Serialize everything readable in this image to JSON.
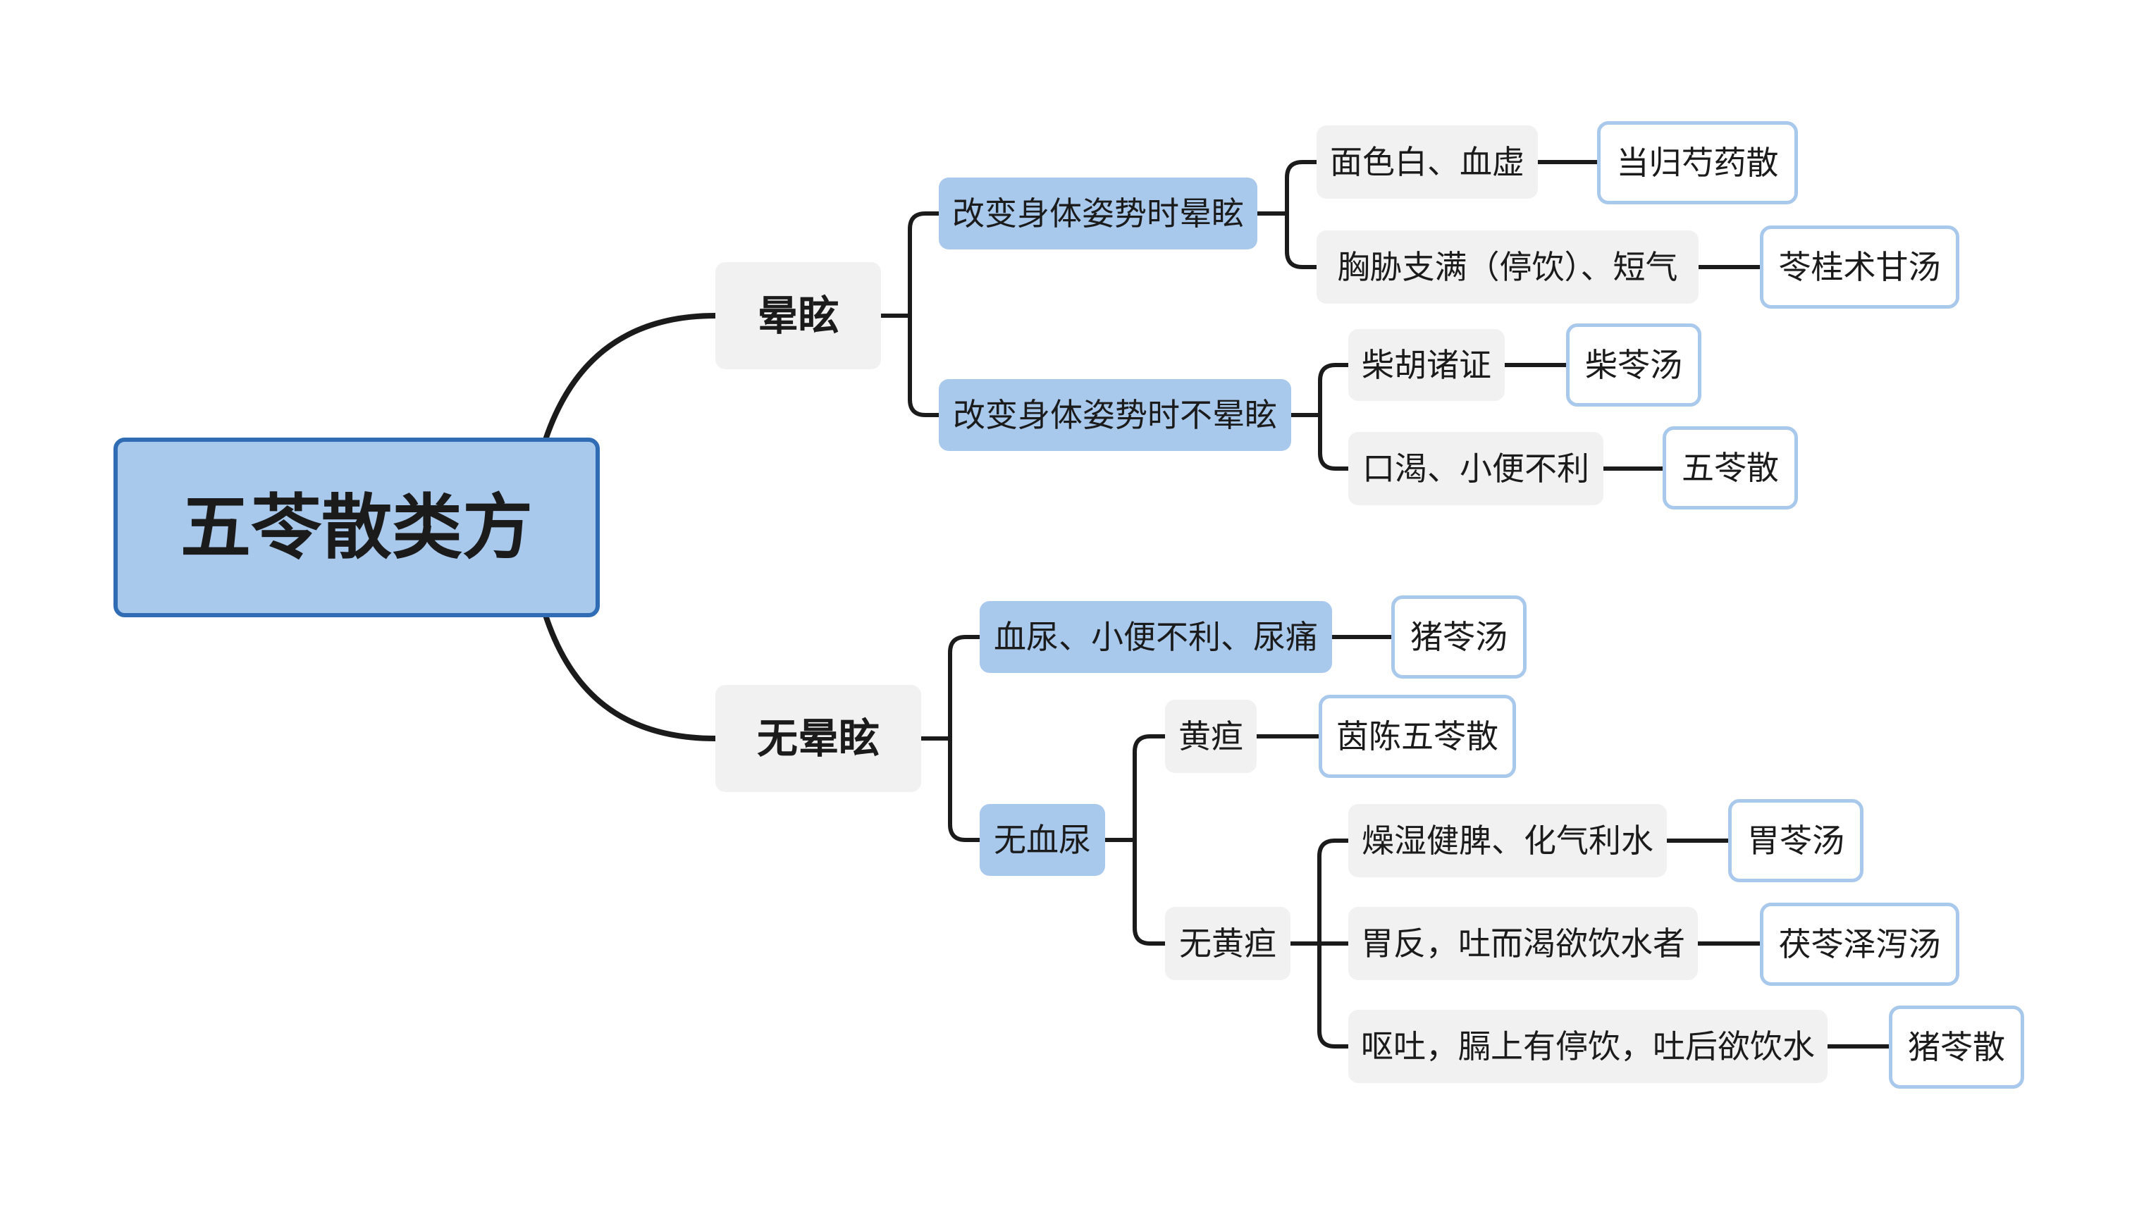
{
  "title": "五苓散类方",
  "colors": {
    "root_fill": "#a8c8ec",
    "root_border": "#2f6cb4",
    "branch_fill": "#a8c8ec",
    "condition_fill": "#f1f1f1",
    "formula_border": "#a8c8ec",
    "line": "#1b1b1b"
  },
  "branches": [
    {
      "label": "晕眩",
      "children": [
        {
          "label": "改变身体姿势时晕眩",
          "children": [
            {
              "condition": "面色白、血虚",
              "formula": "当归芍药散"
            },
            {
              "condition": "胸胁支满（停饮）、短气",
              "formula": "苓桂术甘汤"
            }
          ]
        },
        {
          "label": "改变身体姿势时不晕眩",
          "children": [
            {
              "condition": "柴胡诸证",
              "formula": "柴苓汤"
            },
            {
              "condition": "口渴、小便不利",
              "formula": "五苓散"
            }
          ]
        }
      ]
    },
    {
      "label": "无晕眩",
      "children": [
        {
          "label": "血尿、小便不利、尿痛",
          "formula": "猪苓汤"
        },
        {
          "label": "无血尿",
          "children": [
            {
              "label": "黄疸",
              "formula": "茵陈五苓散"
            },
            {
              "label": "无黄疸",
              "children": [
                {
                  "condition": "燥湿健脾、化气利水",
                  "formula": "胃苓汤"
                },
                {
                  "condition": "胃反，吐而渴欲饮水者",
                  "formula": "茯苓泽泻汤"
                },
                {
                  "condition": "呕吐，膈上有停饮，吐后欲饮水",
                  "formula": "猪苓散"
                }
              ]
            }
          ]
        }
      ]
    }
  ]
}
